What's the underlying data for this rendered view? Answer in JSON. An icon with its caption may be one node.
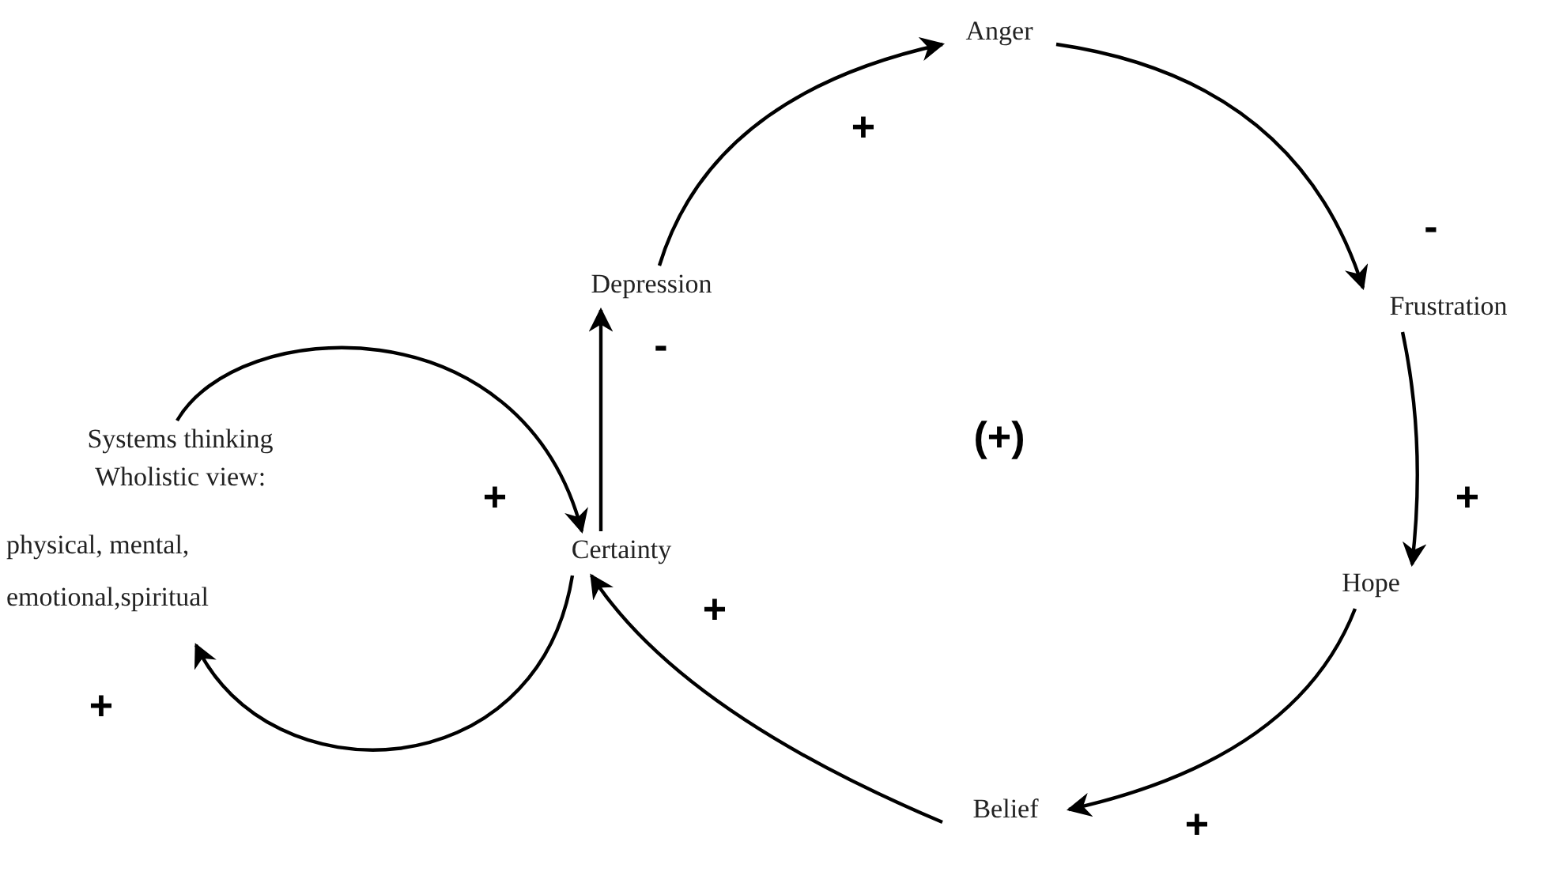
{
  "diagram": {
    "nodes": [
      {
        "text": [
          "Anger"
        ]
      },
      {
        "text": [
          "Depression"
        ]
      },
      {
        "text": [
          "Frustration"
        ]
      },
      {
        "text": [
          "Systems thinking Wholistic view:",
          "physical, mental, emotional,spiritual"
        ]
      },
      {
        "text": [
          "Certainty"
        ]
      },
      {
        "text": [
          "Hope"
        ]
      },
      {
        "text": [
          "Belief"
        ]
      }
    ],
    "edges": [
      {
        "from": 1,
        "to": 0,
        "arrow": "to",
        "label": "+"
      },
      {
        "from": 0,
        "to": 2,
        "arrow": "to",
        "label": "-"
      },
      {
        "from": 2,
        "to": 5,
        "arrow": "to",
        "label": "+"
      },
      {
        "from": 5,
        "to": 6,
        "arrow": "to",
        "label": "+"
      },
      {
        "from": 6,
        "to": 4,
        "arrow": "to",
        "label": "+"
      },
      {
        "from": 4,
        "to": 1,
        "arrow": "to",
        "label": "-"
      },
      {
        "from": 3,
        "to": 4,
        "arrow": "to",
        "label": "+"
      },
      {
        "from": 4,
        "to": 3,
        "arrow": "to",
        "label": "+"
      }
    ],
    "labels": [
      "(+)"
    ]
  }
}
